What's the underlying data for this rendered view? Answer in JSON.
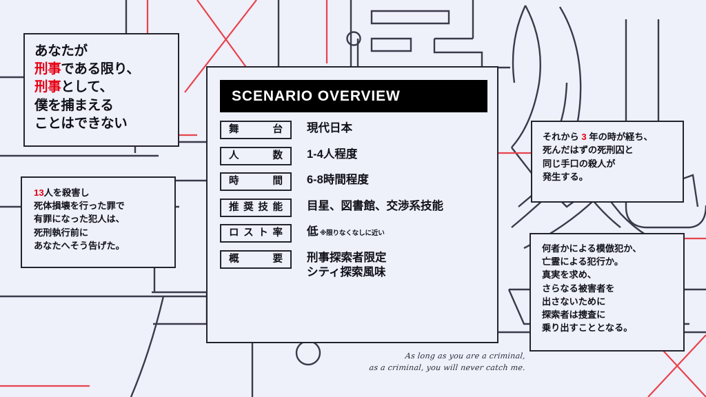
{
  "palette": {
    "background": "#eef0fa",
    "ink": "#23232e",
    "accent_red": "#e60012",
    "header_bg": "#000000",
    "header_text": "#ffffff"
  },
  "quote_box": {
    "lines": [
      {
        "segments": [
          {
            "text": "あなたが",
            "color": "ink"
          }
        ]
      },
      {
        "segments": [
          {
            "text": "刑事",
            "color": "red"
          },
          {
            "text": "である限り、",
            "color": "ink"
          }
        ]
      },
      {
        "segments": [
          {
            "text": "刑事",
            "color": "red"
          },
          {
            "text": "として、",
            "color": "ink"
          }
        ]
      },
      {
        "segments": [
          {
            "text": "僕を捕まえる",
            "color": "ink"
          }
        ]
      },
      {
        "segments": [
          {
            "text": "ことはできない",
            "color": "ink"
          }
        ]
      }
    ]
  },
  "left_note_box": {
    "lines": [
      {
        "segments": [
          {
            "text": "13",
            "color": "red"
          },
          {
            "text": "人を殺害し",
            "color": "ink"
          }
        ]
      },
      {
        "segments": [
          {
            "text": "死体損壊を行った罪で",
            "color": "ink"
          }
        ]
      },
      {
        "segments": [
          {
            "text": "有罪になった犯人は、",
            "color": "ink"
          }
        ]
      },
      {
        "segments": [
          {
            "text": "死刑執行前に",
            "color": "ink"
          }
        ]
      },
      {
        "segments": [
          {
            "text": "あなたへそう告げた。",
            "color": "ink"
          }
        ]
      }
    ]
  },
  "right_top_box": {
    "lines": [
      {
        "segments": [
          {
            "text": "それから ",
            "color": "ink"
          },
          {
            "text": "3",
            "color": "red"
          },
          {
            "text": " 年の時が経ち、",
            "color": "ink"
          }
        ]
      },
      {
        "segments": [
          {
            "text": "死んだはずの死刑囚と",
            "color": "ink"
          }
        ]
      },
      {
        "segments": [
          {
            "text": "同じ手口の殺人が",
            "color": "ink"
          }
        ]
      },
      {
        "segments": [
          {
            "text": "発生する。",
            "color": "ink"
          }
        ]
      }
    ]
  },
  "right_bottom_box": {
    "lines": [
      {
        "segments": [
          {
            "text": "何者かによる模倣犯か、",
            "color": "ink"
          }
        ]
      },
      {
        "segments": [
          {
            "text": "亡霊による犯行か。",
            "color": "ink"
          }
        ]
      },
      {
        "segments": [
          {
            "text": "真実を求め、",
            "color": "ink"
          }
        ]
      },
      {
        "segments": [
          {
            "text": "さらなる被害者を",
            "color": "ink"
          }
        ]
      },
      {
        "segments": [
          {
            "text": "出さないために",
            "color": "ink"
          }
        ]
      },
      {
        "segments": [
          {
            "text": "探索者は捜査に",
            "color": "ink"
          }
        ]
      },
      {
        "segments": [
          {
            "text": "乗り出すこととなる。",
            "color": "ink"
          }
        ]
      }
    ]
  },
  "scenario_panel": {
    "header_title": "SCENARIO OVERVIEW",
    "rows": [
      {
        "label": "舞台",
        "value": "現代日本",
        "note": ""
      },
      {
        "label": "人数",
        "value": "1-4人程度",
        "note": ""
      },
      {
        "label": "時間",
        "value": "6-8時間程度",
        "note": ""
      },
      {
        "label": "推奨技能",
        "value": "目星、図書館、交渉系技能",
        "note": ""
      },
      {
        "label": "ロスト率",
        "value": "低",
        "note": "※限りなくなしに近い"
      },
      {
        "label": "概要",
        "value": "刑事探索者限定\nシティ探索風味",
        "note": ""
      }
    ]
  },
  "hand_quote": {
    "line1": "As long as you are a criminal,",
    "line2": "as a criminal, you will never catch me."
  },
  "background_decor": {
    "description": "outlined large kanji strokes and red diagonal accent lines",
    "red_line_color": "#e8424a",
    "stroke_color": "#3a3a4a"
  }
}
